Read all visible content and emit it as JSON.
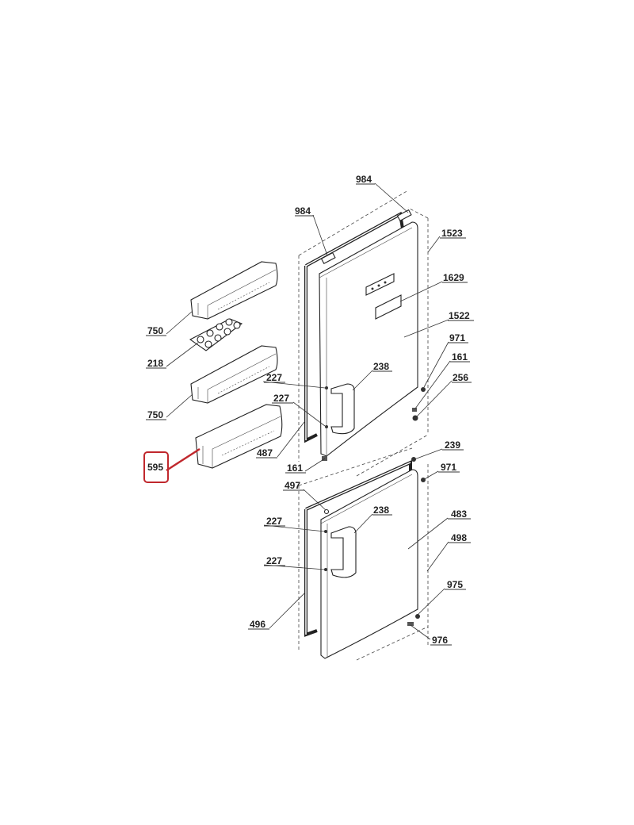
{
  "diagram": {
    "type": "exploded-parts-diagram",
    "highlight_color": "#c0282d",
    "highlighted_part": "595",
    "labels": [
      "984",
      "984",
      "1523",
      "1629",
      "1522",
      "971",
      "161",
      "256",
      "238",
      "227",
      "227",
      "487",
      "750",
      "218",
      "750",
      "595",
      "161",
      "239",
      "971",
      "497",
      "238",
      "227",
      "227",
      "483",
      "498",
      "975",
      "496",
      "976"
    ]
  }
}
